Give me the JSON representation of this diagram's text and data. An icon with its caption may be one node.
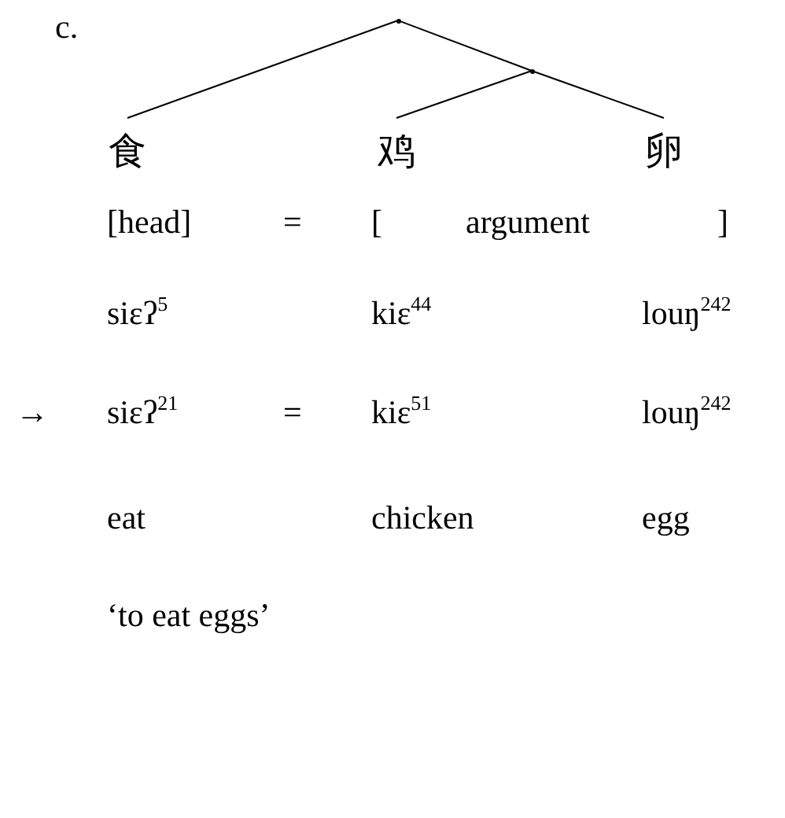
{
  "diagram": {
    "nodes": [
      {
        "text": [],
        "shape": "point"
      },
      {
        "text": [
          "食"
        ]
      },
      {
        "text": [
          "鸡"
        ]
      },
      {
        "text": [
          "卵"
        ]
      },
      {
        "text": [],
        "shape": "point"
      }
    ],
    "edges": [
      {
        "from": 0,
        "to": 1,
        "arrow": "none"
      },
      {
        "from": 0,
        "to": 4,
        "arrow": "none"
      },
      {
        "from": 4,
        "to": 3,
        "arrow": "none"
      },
      {
        "from": 4,
        "to": 2,
        "arrow": "none"
      }
    ],
    "labels": [
      "c.",
      "[head]",
      "=",
      "[",
      "argument",
      "]",
      "siεʔ$^{5}$",
      "kiε$^{44}$",
      "louŋ$^{242}$",
      "→",
      "siεʔ$^{21}$",
      "=",
      "kiε$^{51}$",
      "louŋ$^{242}$",
      "eat",
      "chicken",
      "egg",
      "‘to eat eggs’"
    ]
  }
}
